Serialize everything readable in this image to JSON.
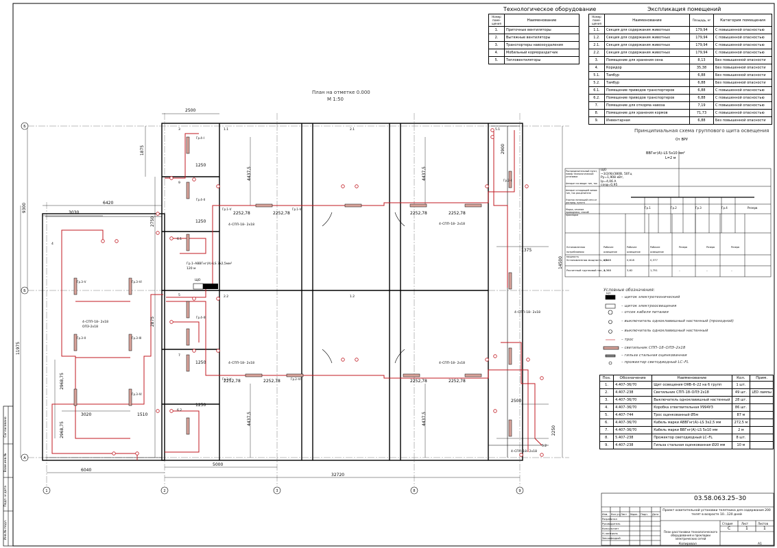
{
  "equipment_table": {
    "title": "Технологическое оборудование",
    "headers": [
      "Номер поме-щения",
      "Наименование"
    ],
    "rows": [
      [
        "1.",
        "Приточные вентиляторы"
      ],
      [
        "2.",
        "Вытяжные вентиляторы"
      ],
      [
        "3.",
        "Транспортеры навозоудаления"
      ],
      [
        "4.",
        "Мобильный кормораздатчик"
      ],
      [
        "5.",
        "Тепловентиляторы"
      ]
    ]
  },
  "rooms_table": {
    "title": "Экспликация помещений",
    "headers": [
      "Номер поме-щения",
      "Наименование",
      "Площадь, м²",
      "Категория помещения"
    ],
    "rows": [
      [
        "1.1.",
        "Секция для содержания животных",
        "179,94",
        "С повышенной опасностью"
      ],
      [
        "1.2.",
        "Секция для содержания животных",
        "179,94",
        "С повышенной опасностью"
      ],
      [
        "2.1.",
        "Секция для содержания животных",
        "179,94",
        "С повышенной опасностью"
      ],
      [
        "2.2.",
        "Секция для содержания животных",
        "179,94",
        "С повышенной опасностью"
      ],
      [
        "3.",
        "Помещение для хранения сена",
        "8,13",
        "Без повышенной опасности"
      ],
      [
        "4.",
        "Коридор",
        "35,38",
        "Без повышенной опасности"
      ],
      [
        "5.1.",
        "Тамбур",
        "6,88",
        "Без повышенной опасности"
      ],
      [
        "5.2.",
        "Тамбур",
        "6,88",
        "Без повышенной опасности"
      ],
      [
        "6.1.",
        "Помещение приводов транспортеров",
        "6,88",
        "С повышенной опасностью"
      ],
      [
        "6.2.",
        "Помещение приводов транспортеров",
        "6,88",
        "С повышенной опасностью"
      ],
      [
        "7.",
        "Помещение для откорма навоза",
        "7,19",
        "С повышенной опасностью"
      ],
      [
        "8.",
        "Помещение для хранения кормов",
        "71,73",
        "С повышенной опасностью"
      ],
      [
        "9.",
        "Инвентарная",
        "6,88",
        "Без повышенной опасности"
      ]
    ]
  },
  "plan": {
    "title": "План на отметке 0.000",
    "scale": "М 1:50",
    "axes_rows": [
      "Б",
      "Б",
      "А"
    ],
    "axes_cols": [
      "1",
      "2",
      "3",
      "8",
      "9"
    ],
    "dims": {
      "top": "2500",
      "d6420": "6420",
      "d3030": "3030",
      "d1250": "1250",
      "d1250b": "1250",
      "d1250c": "1250",
      "d1250d": "1250",
      "d4437a": "4437,5",
      "d4437b": "4437,5",
      "d4437c": "4437,5",
      "d4437d": "4437,5",
      "d2252a": "2252,78",
      "d2252b": "2252,78",
      "d2252c": "2252,78",
      "d2252d": "2252,78",
      "d2252e": "2252,78",
      "d2252f": "2252,78",
      "d2252g": "2252,78",
      "d2252h": "2252,78",
      "left9300": "9300",
      "left11975": "11975",
      "d2968a": "2968,75",
      "d2968b": "2968,75",
      "d3020": "3020",
      "d1510": "1510",
      "d6040": "6040",
      "d5000": "5000",
      "d32720": "32720",
      "d2500b": "2500",
      "d1375": "1375",
      "d2900": "2900",
      "d2250": "2250",
      "right14500": "14500",
      "d1875": "1875",
      "d2750": "2750",
      "d2875": "2875"
    },
    "lamp_label": "4–СПП–18– 2х18",
    "lamp_label2": "ОПЭ-2х18",
    "cable_label": "Гр.1–АВВГнг(А)–LS 3х2,5мм²",
    "cable_len": "120 м",
    "shield": "ЩО",
    "room_labels": [
      "3",
      "9",
      "5",
      "7",
      "1.1",
      "2.1",
      "2.2",
      "1.2",
      "6.1",
      "6.2",
      "4",
      "5.1",
      "5.2"
    ],
    "group_labels": [
      "Гр.1–V",
      "Гр.1–VI",
      "Гр.2–V",
      "Гр.2–VI",
      "Гр.3–V",
      "Гр.3–VI",
      "Гр.3–II",
      "Гр.3–III",
      "Гр.3–IV",
      "Гр.4–I",
      "Гр.4–II",
      "Гр.4–III",
      "Гр.2–I"
    ]
  },
  "schematic": {
    "title": "Принципиальная схема группового щита освещения",
    "from": "От ВРУ",
    "cable": "ВВГнг(А)–LS 5х10 мм²",
    "cable_len": "L=2 м",
    "shield_spec": [
      "ЩО",
      "~3/2(N)/380В, 50Гц",
      "Ру=1,908 кВт,",
      "Iр=4,06 А",
      "cosφ=0,95"
    ],
    "row_headers": [
      "Распределительный пункт, номер технологической установки",
      "Аппарат на вводе: тип, ток",
      "Аппарат отходящей линии: тип, ток расцепителя",
      "Участок питающей сети от распред. пункта",
      "Марка, сечение проводника, способ прокладки"
    ],
    "group_items": [
      "Гр.1",
      "Гр.2",
      "Гр.3",
      "Гр.4",
      "Резерв"
    ],
    "bottom_rows": [
      [
        "Установленная потребляемая мощность",
        "Рабочее освещение",
        "Рабочее освещение",
        "Рабочее освещение",
        "Резерв",
        "Резерв",
        "Резерв"
      ],
      [
        "Установленная мощность, кВт",
        "0,108",
        "0,618",
        "0,377",
        "",
        "",
        ""
      ],
      [
        "Расчетный групповой ток, А",
        "1,368",
        "3,62",
        "1,751",
        "–",
        "–",
        "–"
      ]
    ]
  },
  "legend": {
    "title": "Условные обозначения:",
    "items": [
      {
        "label": "ЩО"
      },
      {
        "text": "– щиток электротехнический"
      },
      {
        "text": "– щиток электроосвещения"
      },
      {
        "text": "– отсек кабеля питания"
      },
      {
        "text": "– выключатель одноклавишный настенный (проходной)"
      },
      {
        "text": "– выключатель одноклавишный настенный"
      },
      {
        "text": "– трос"
      },
      {
        "text": "– светильник СПП–18–ОЛЭ–2х18"
      },
      {
        "text": "– гильза стальная оцинкованная"
      },
      {
        "text": "– прожектор светодиодный LC–FL"
      }
    ]
  },
  "spec_table": {
    "headers": [
      "Поз.",
      "Обозначение",
      "Наименование",
      "Кол.",
      "Прим."
    ],
    "rows": [
      [
        "1.",
        "4.407–36/70",
        "Щит освещения ОЯВ–6–22 на 6 групп",
        "1 шт.",
        ""
      ],
      [
        "2.",
        "4.407–238",
        "Светильник СПП–18–ОЛЭ 2х18",
        "49 шт.",
        "LED лампы"
      ],
      [
        "3.",
        "4.407–36/70",
        "Выключатель одноклавишный настенный",
        "28 шт.",
        ""
      ],
      [
        "4.",
        "4.407–36/70",
        "Коробка ответвительная У994УЗ",
        "86 шт.",
        ""
      ],
      [
        "5.",
        "4.407–744",
        "Трос оцинкованный Ø5м",
        "87 м",
        ""
      ],
      [
        "6.",
        "4.407–36/70",
        "Кабель марки АВВГнг(А)–LS 3х2,5 мм",
        "272,5 м",
        ""
      ],
      [
        "7.",
        "4.407–36/70",
        "Кабель марки ВВГнг(А)–LS 5х10 мм",
        "2 м",
        ""
      ],
      [
        "8.",
        "5.407–238",
        "Прожектор светодиодный LC–FL",
        "8 шт.",
        ""
      ],
      [
        "9.",
        "4.407–238",
        "Гильза стальная оцинкованная Ø20 мм",
        "10 м",
        ""
      ]
    ]
  },
  "title_block": {
    "code": "03.58.063.25–30",
    "project": "Проект осветительной установки телятника для содержания 200 телят в возрасте 10...120 дней",
    "sheet_title": "План расстановки технологического оборудования и прокладки электрических сетей",
    "stage_h": "Стадия",
    "sheet_h": "Лист",
    "sheets_h": "Листов",
    "stage": "С",
    "sheet": "1",
    "sheets": "1",
    "cols": [
      "Изм.",
      "Кол.уч.",
      "Лист",
      "№док.",
      "Подп.",
      "Дата"
    ],
    "roles": [
      "Разработал",
      "Руководитель",
      "Консультант",
      "Н. контроль",
      "Зав.кафедрой"
    ],
    "copied": "Копировал",
    "format": "А1",
    "side_labels": [
      "Согласовано",
      "Взам.инв.№",
      "Подп. и дата",
      "Инв.№ подл."
    ]
  }
}
